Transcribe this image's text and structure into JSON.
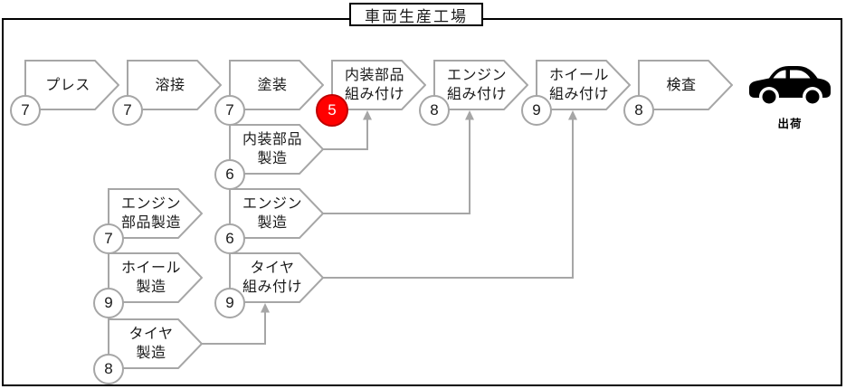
{
  "title": "車両生産工場",
  "shipping": {
    "label": "出荷"
  },
  "steps": [
    {
      "id": "press",
      "label": "プレス",
      "takt": "7",
      "highlight": false
    },
    {
      "id": "welding",
      "label": "溶接",
      "takt": "7",
      "highlight": false
    },
    {
      "id": "painting",
      "label": "塗装",
      "takt": "7",
      "highlight": false
    },
    {
      "id": "interior-assembly",
      "label": "内装部品\n組み付け",
      "takt": "5",
      "highlight": true
    },
    {
      "id": "engine-assembly",
      "label": "エンジン\n組み付け",
      "takt": "8",
      "highlight": false
    },
    {
      "id": "wheel-assembly",
      "label": "ホイール\n組み付け",
      "takt": "9",
      "highlight": false
    },
    {
      "id": "inspection",
      "label": "検査",
      "takt": "8",
      "highlight": false
    },
    {
      "id": "interior-parts-mfg",
      "label": "内装部品\n製造",
      "takt": "6",
      "highlight": false
    },
    {
      "id": "engine-parts-mfg",
      "label": "エンジン\n部品製造",
      "takt": "7",
      "highlight": false
    },
    {
      "id": "engine-mfg",
      "label": "エンジン\n製造",
      "takt": "6",
      "highlight": false
    },
    {
      "id": "wheel-mfg",
      "label": "ホイール\n製造",
      "takt": "9",
      "highlight": false
    },
    {
      "id": "tire-assembly",
      "label": "タイヤ\n組み付け",
      "takt": "9",
      "highlight": false
    },
    {
      "id": "tire-mfg",
      "label": "タイヤ\n製造",
      "takt": "8",
      "highlight": false
    }
  ],
  "colors": {
    "shape_border": "#a6a6a6",
    "connector": "#a6a6a6",
    "highlight_fill": "#ff0000",
    "highlight_border": "#c00000",
    "frame_border": "#000000",
    "car_fill": "#000000"
  }
}
